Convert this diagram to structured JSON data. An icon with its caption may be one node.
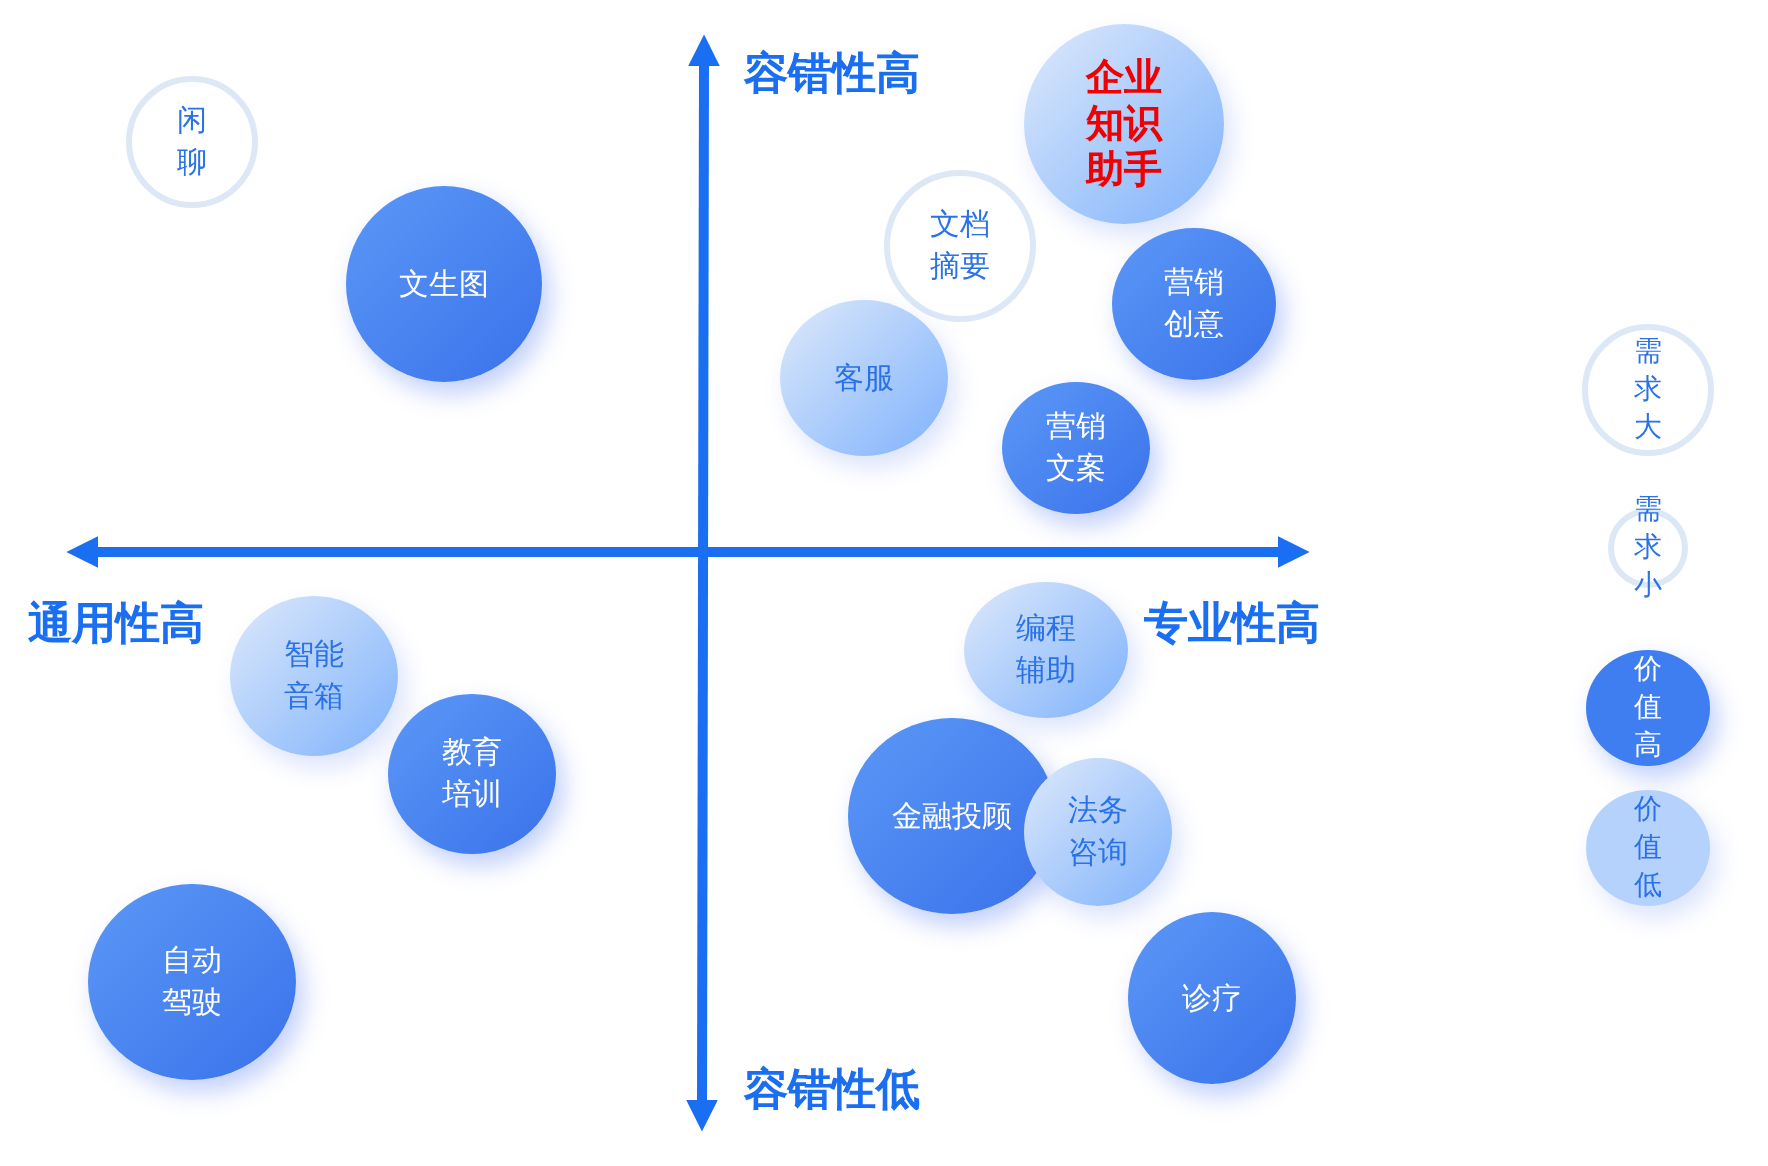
{
  "diagram": {
    "nodes": [
      {
        "text": [
          "闲聊"
        ]
      },
      {
        "text": [
          "文生图"
        ]
      },
      {
        "text": [
          "企业知识助手"
        ]
      },
      {
        "text": [
          "文档摘要"
        ]
      },
      {
        "text": [
          "营销创意"
        ]
      },
      {
        "text": [
          "客服"
        ]
      },
      {
        "text": [
          "营销文案"
        ]
      },
      {
        "text": [
          "智能音箱"
        ]
      },
      {
        "text": [
          "教育培训"
        ]
      },
      {
        "text": [
          "自动驾驶"
        ]
      },
      {
        "text": [
          "编程辅助"
        ]
      },
      {
        "text": [
          "金融投顾"
        ]
      },
      {
        "text": [
          "法务咨询"
        ]
      },
      {
        "text": [
          "诊疗"
        ]
      }
    ],
    "edges": [],
    "labels": [
      "容错性高",
      "通用性高",
      "专业性高",
      "容错性低"
    ],
    "legend": [
      {
        "text": "需求大"
      },
      {
        "text": "需求小"
      },
      {
        "text": "价值高",
        "color": "#3f7ef0"
      },
      {
        "text": "价值低",
        "color": "#b4d2fb"
      }
    ]
  }
}
